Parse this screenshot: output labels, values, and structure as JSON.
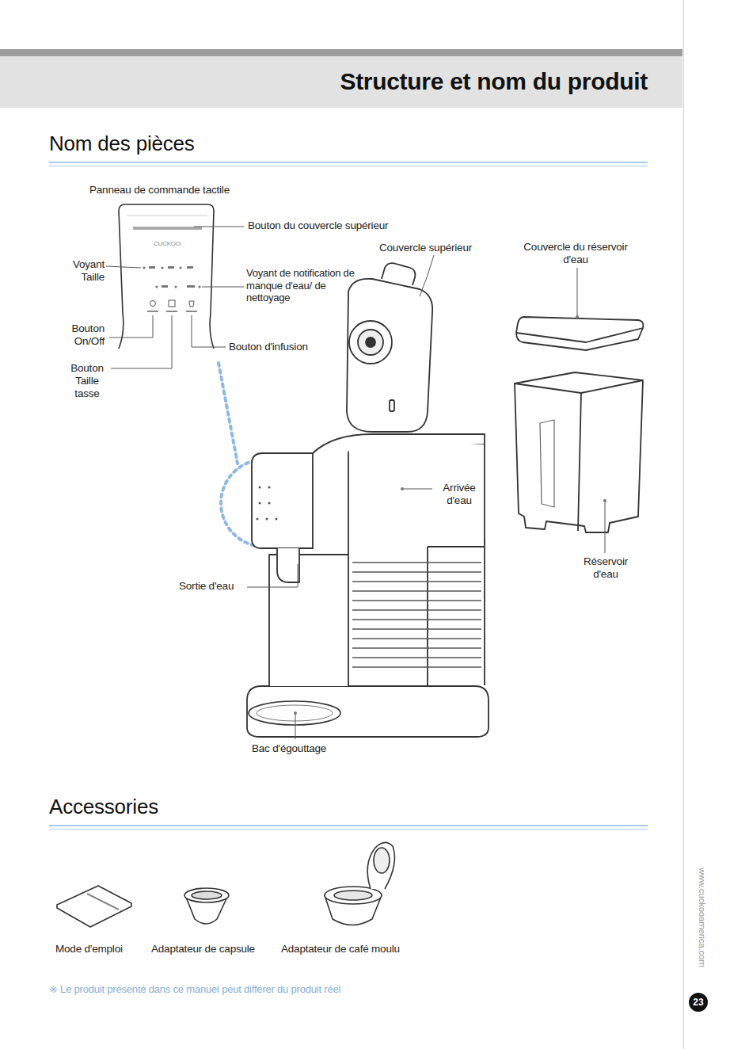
{
  "diagram": {
    "title": "Structure et nom du produit",
    "nodes": [
      {
        "text": [
          "23"
        ]
      }
    ],
    "edges": [],
    "labels": [
      "Nom des pièces",
      "Panneau de commande tactile",
      "Bouton du couvercle supérieur",
      "Voyant Taille",
      "Voyant de notification de manque d'eau/ de nettoyage",
      "Couvercle supérieur",
      "Couvercle du réservoir d'eau",
      "Bouton On/Off",
      "Bouton d'infusion",
      "Bouton Taille tasse",
      "Arrivée d'eau",
      "Réservoir d'eau",
      "Sortie d'eau",
      "Bac d'égouttage",
      "Accessories",
      "Mode d'emploi",
      "Adaptateur de capsule",
      "Adaptateur de café moulu",
      "※ Le produit présenté dans ce manuel peut différer du produit réel",
      "www.cuckooamerica.com",
      "CUCKOO"
    ]
  }
}
